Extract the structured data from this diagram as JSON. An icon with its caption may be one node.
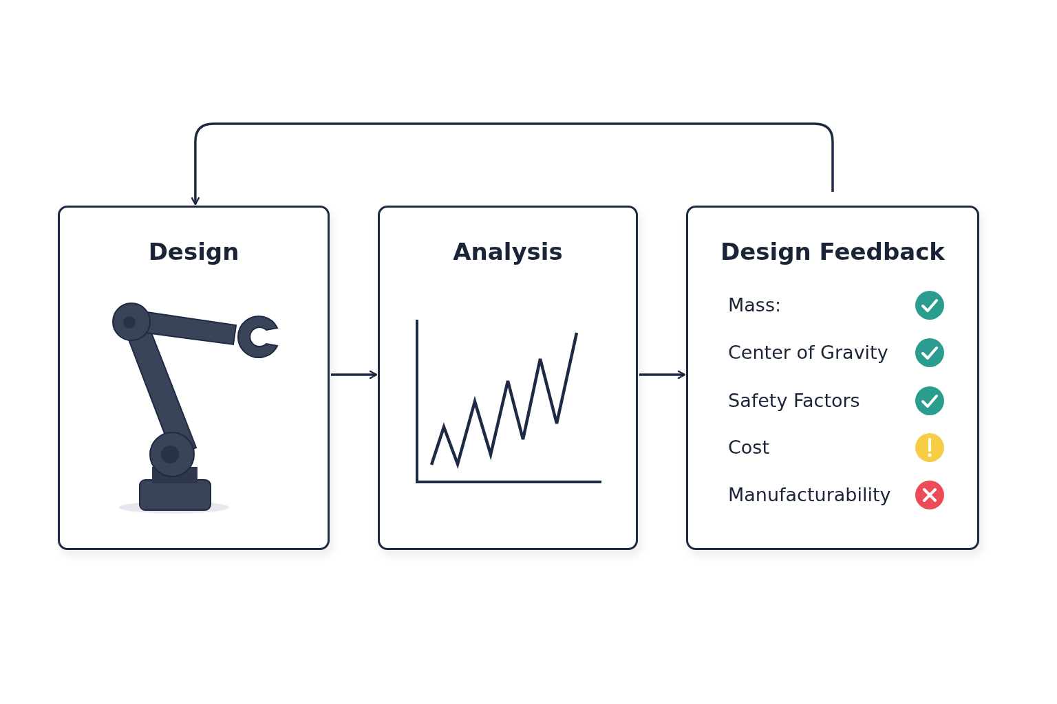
{
  "diagram": {
    "nodes": [
      {
        "text": [
          "Design"
        ]
      },
      {
        "text": [
          "Analysis"
        ]
      },
      {
        "text": [
          "Design Feedback",
          "Mass:",
          "Center of Gravity",
          "Safety Factors",
          "Cost",
          "Manufacturability"
        ]
      }
    ],
    "edges": [
      {
        "from": 0,
        "to": 1,
        "arrow": "to"
      },
      {
        "from": 1,
        "to": 2,
        "arrow": "to"
      },
      {
        "from": 2,
        "to": 0,
        "arrow": "to"
      }
    ]
  }
}
